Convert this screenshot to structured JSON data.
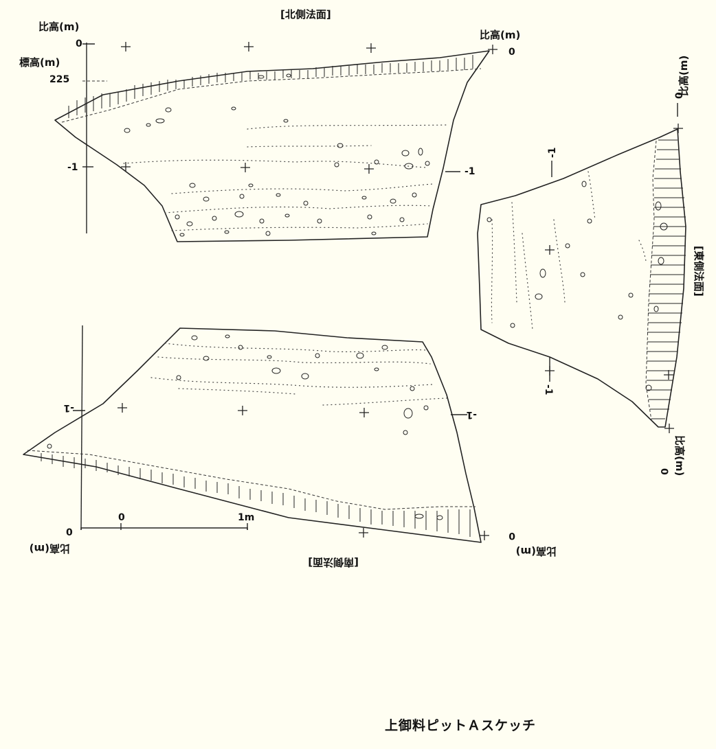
{
  "north": {
    "title": "[北側法面]",
    "hikou_left": "比高(m)",
    "hikou_right": "比高(m)",
    "hyoukou": "標高(m)",
    "elev_value": "225",
    "zero_left": "0",
    "zero_right": "0",
    "minus1_left": "-1",
    "minus1_right": "-1"
  },
  "east": {
    "title": "[東側法面]",
    "hikou_top": "比高(m)",
    "hikou_bottom": "比高(m)",
    "zero_top": "0",
    "zero_bottom": "0",
    "minus1_upper": "-1",
    "minus1_lower": "-1"
  },
  "south": {
    "title": "[南側法面]",
    "hikou_left": "比高(m)",
    "hikou_right": "比高(m)",
    "zero_left": "0",
    "zero_right": "0",
    "minus1_left": "-1",
    "minus1_right": "-1"
  },
  "scale": {
    "start": "0",
    "end": "1m"
  },
  "caption": "上御料ピットＡスケッチ"
}
